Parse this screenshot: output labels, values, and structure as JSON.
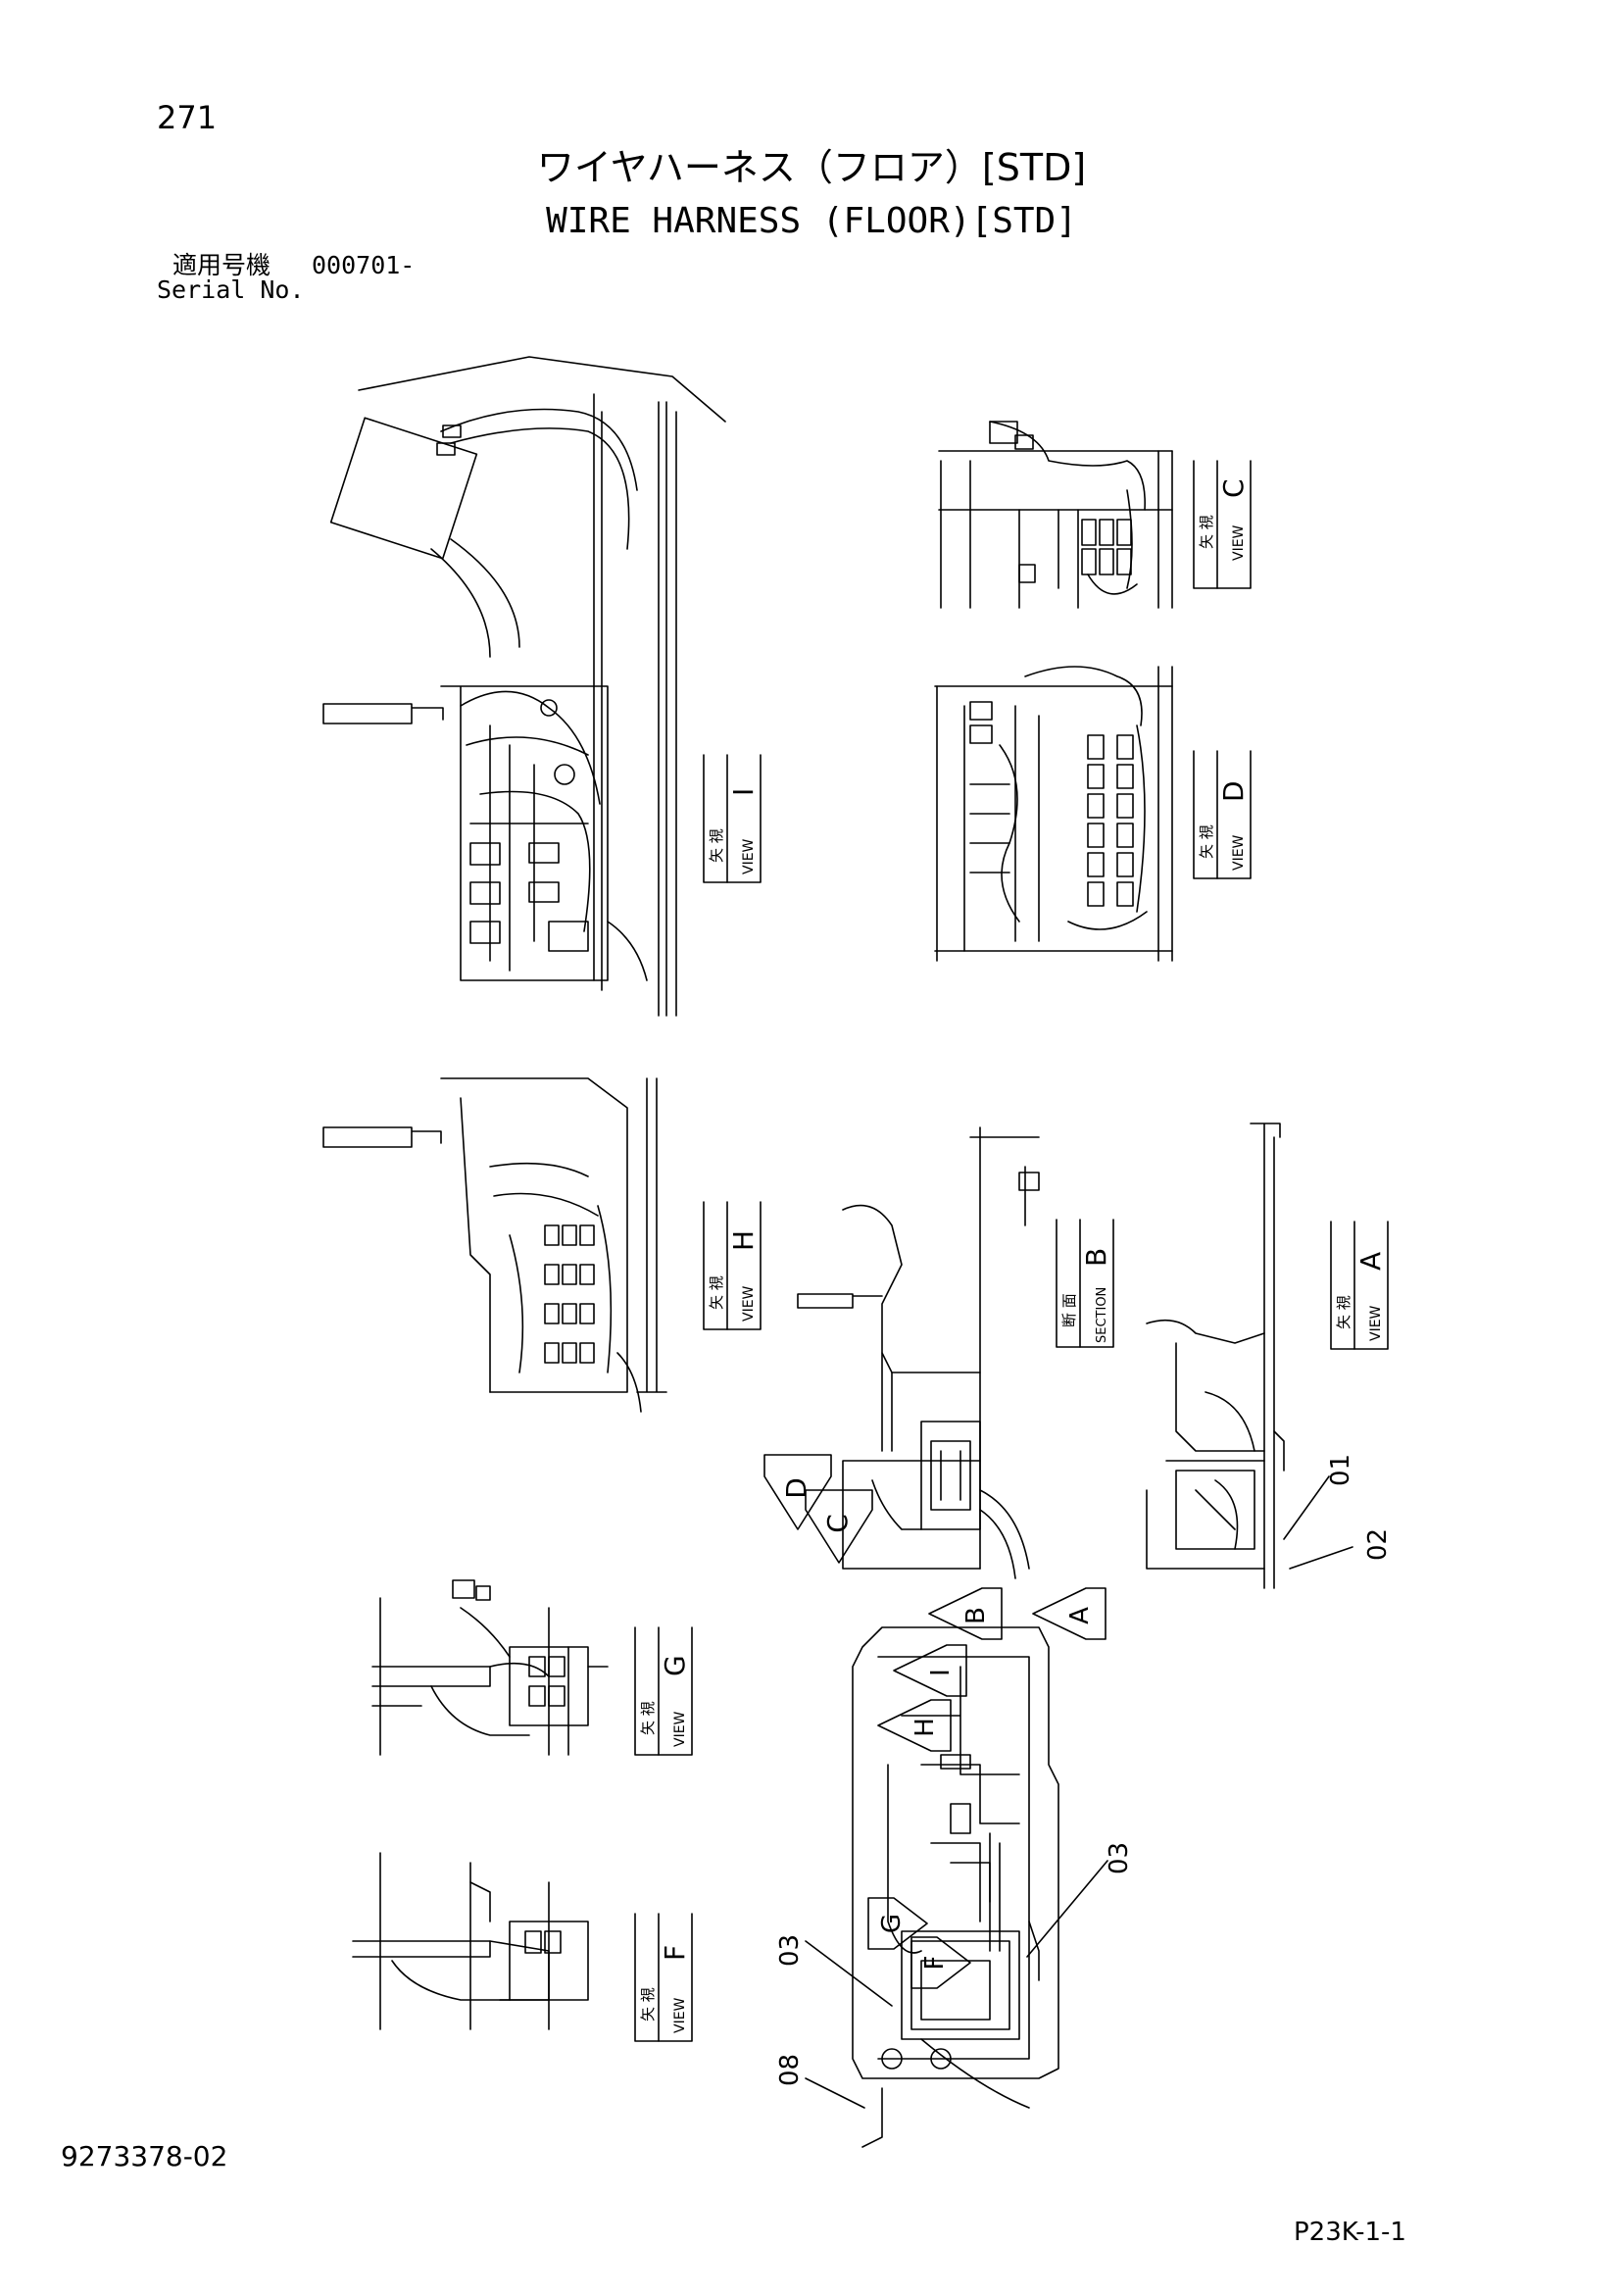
{
  "page_number": "271",
  "title_jp": "ワイヤハーネス（フロア）[STD]",
  "title_en": "WIRE HARNESS (FLOOR)[STD]",
  "serial": {
    "label_jp": "適用号機",
    "value": "000701-",
    "label_en": "Serial No."
  },
  "views": [
    {
      "id": "C",
      "kanji": "矢 視",
      "label": "VIEW",
      "letter": "C"
    },
    {
      "id": "D",
      "kanji": "矢 視",
      "label": "VIEW",
      "letter": "D"
    },
    {
      "id": "I",
      "kanji": "矢 視",
      "label": "VIEW",
      "letter": "I"
    },
    {
      "id": "H",
      "kanji": "矢 視",
      "label": "VIEW",
      "letter": "H"
    },
    {
      "id": "B",
      "kanji": "断 面",
      "label": "SECTION",
      "letter": "B"
    },
    {
      "id": "A",
      "kanji": "矢 視",
      "label": "VIEW",
      "letter": "A"
    },
    {
      "id": "G",
      "kanji": "矢 視",
      "label": "VIEW",
      "letter": "G"
    },
    {
      "id": "F",
      "kanji": "矢 視",
      "label": "VIEW",
      "letter": "F"
    }
  ],
  "arrow_markers": [
    "D",
    "C",
    "B",
    "A",
    "I",
    "H",
    "G",
    "F"
  ],
  "part_callouts": [
    "01",
    "02",
    "03",
    "03",
    "08"
  ],
  "doc_number": "9273378-02",
  "page_code": "P23K-1-1"
}
